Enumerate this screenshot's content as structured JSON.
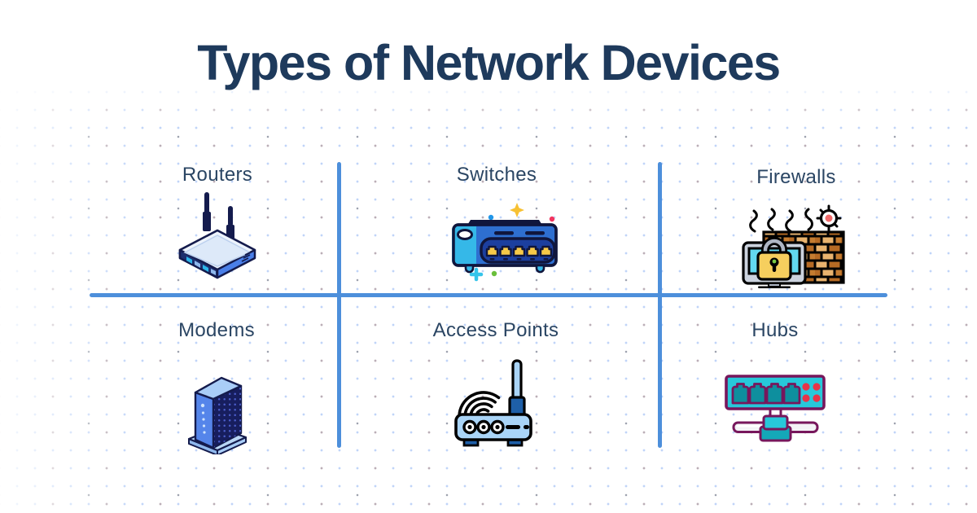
{
  "title": "Types of Network Devices",
  "colors": {
    "title_text": "#1e3a5c",
    "label_text": "#2a4563",
    "divider": "#4d8fdb",
    "background": "#ffffff",
    "dot_blue": "#4682eb",
    "dot_orange": "#f08c3c",
    "dot_dark": "#192341"
  },
  "cells": [
    {
      "label": "Routers",
      "icon": "router-icon"
    },
    {
      "label": "Switches",
      "icon": "switch-icon"
    },
    {
      "label": "Firewalls",
      "icon": "firewall-icon"
    },
    {
      "label": "Modems",
      "icon": "modem-icon"
    },
    {
      "label": "Access Points",
      "icon": "access-point-icon"
    },
    {
      "label": "Hubs",
      "icon": "hub-icon"
    }
  ]
}
